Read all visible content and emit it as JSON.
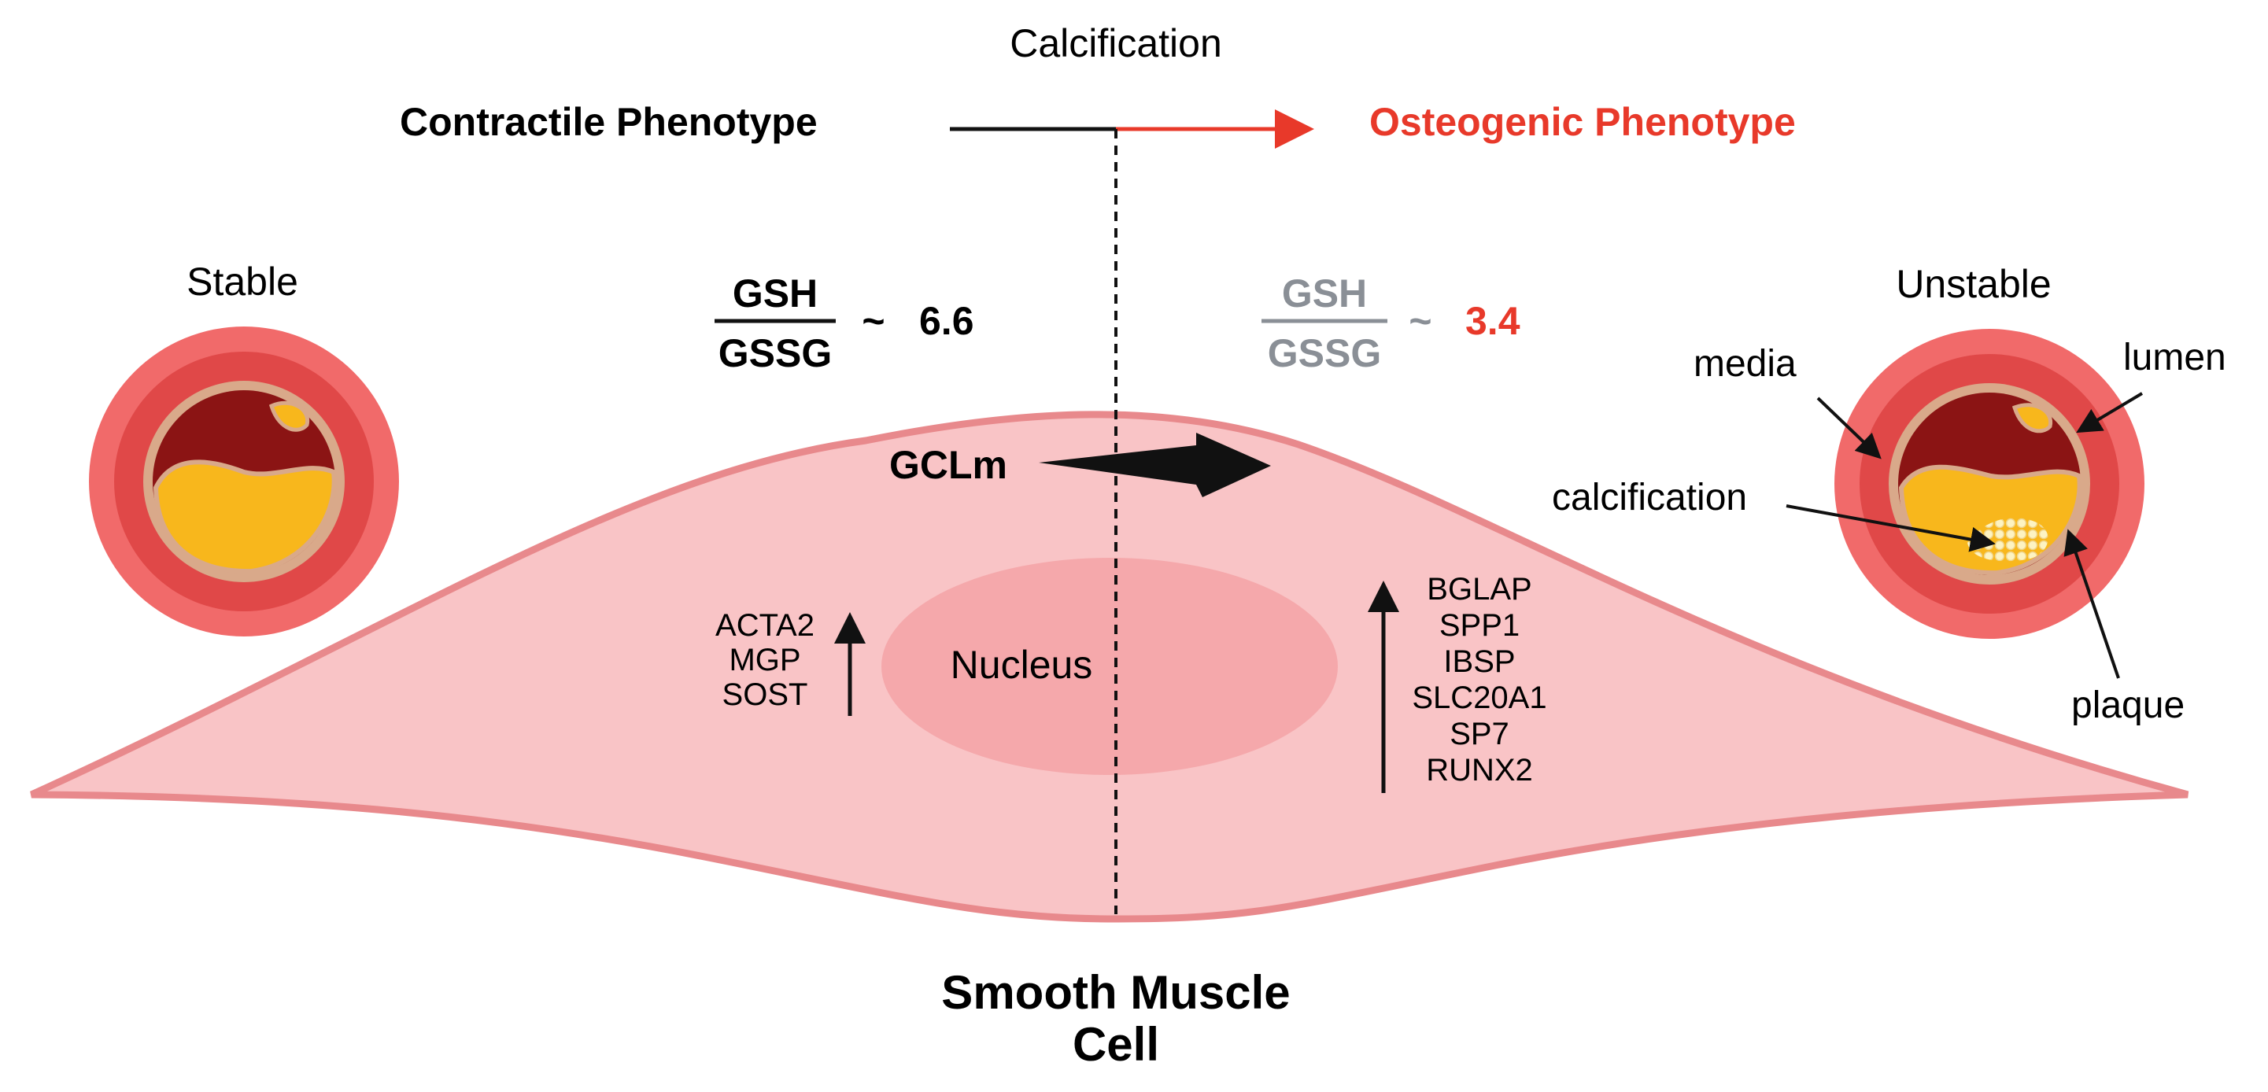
{
  "top": {
    "process_label": "Calcification",
    "left_phenotype": "Contractile Phenotype",
    "right_phenotype": "Osteogenic Phenotype"
  },
  "ratios": {
    "left": {
      "numerator": "GSH",
      "denominator": "GSSG",
      "approx": "~",
      "value": "6.6"
    },
    "right": {
      "numerator": "GSH",
      "denominator": "GSSG",
      "approx": "~",
      "value": "3.4"
    }
  },
  "vessels": {
    "left_title": "Stable",
    "right_title": "Unstable",
    "labels": {
      "media": "media",
      "lumen": "lumen",
      "calcification": "calcification",
      "plaque": "plaque"
    }
  },
  "cell": {
    "enzyme": "GCLm",
    "nucleus": "Nucleus",
    "left_genes": [
      "ACTA2",
      "MGP",
      "SOST"
    ],
    "right_genes": [
      "BGLAP",
      "SPP1",
      "IBSP",
      "SLC20A1",
      "SP7",
      "RUNX2"
    ],
    "title_line1": "Smooth Muscle",
    "title_line2": "Cell"
  },
  "colors": {
    "osteogenic_red": "#e8392a",
    "ratio_grey": "#8a8f96",
    "cell_fill": "#f9c4c6",
    "cell_stroke": "#e8898c",
    "nucleus_fill": "#f5a8ab",
    "vessel_outer": "#f16a6a",
    "vessel_media": "#e04848",
    "vessel_wall": "#d9a98a",
    "lumen_dark": "#8b1414",
    "plaque_yellow": "#f8b71c"
  }
}
